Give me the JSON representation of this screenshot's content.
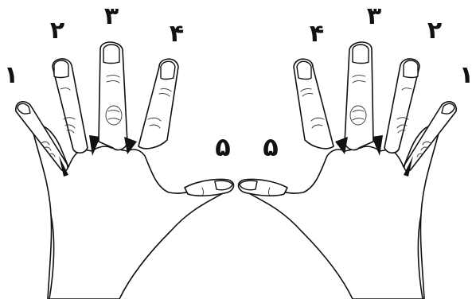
{
  "figure": {
    "left_hand": {
      "labels": [
        {
          "finger": "little",
          "text": "۱"
        },
        {
          "finger": "ring",
          "text": "۲"
        },
        {
          "finger": "middle",
          "text": "۳"
        },
        {
          "finger": "index",
          "text": "۴"
        },
        {
          "finger": "thumb",
          "text": "۵"
        }
      ]
    },
    "right_hand": {
      "labels": [
        {
          "finger": "thumb",
          "text": "۵"
        },
        {
          "finger": "index",
          "text": "۴"
        },
        {
          "finger": "middle",
          "text": "۳"
        },
        {
          "finger": "ring",
          "text": "۲"
        },
        {
          "finger": "little",
          "text": "۱"
        }
      ]
    }
  }
}
